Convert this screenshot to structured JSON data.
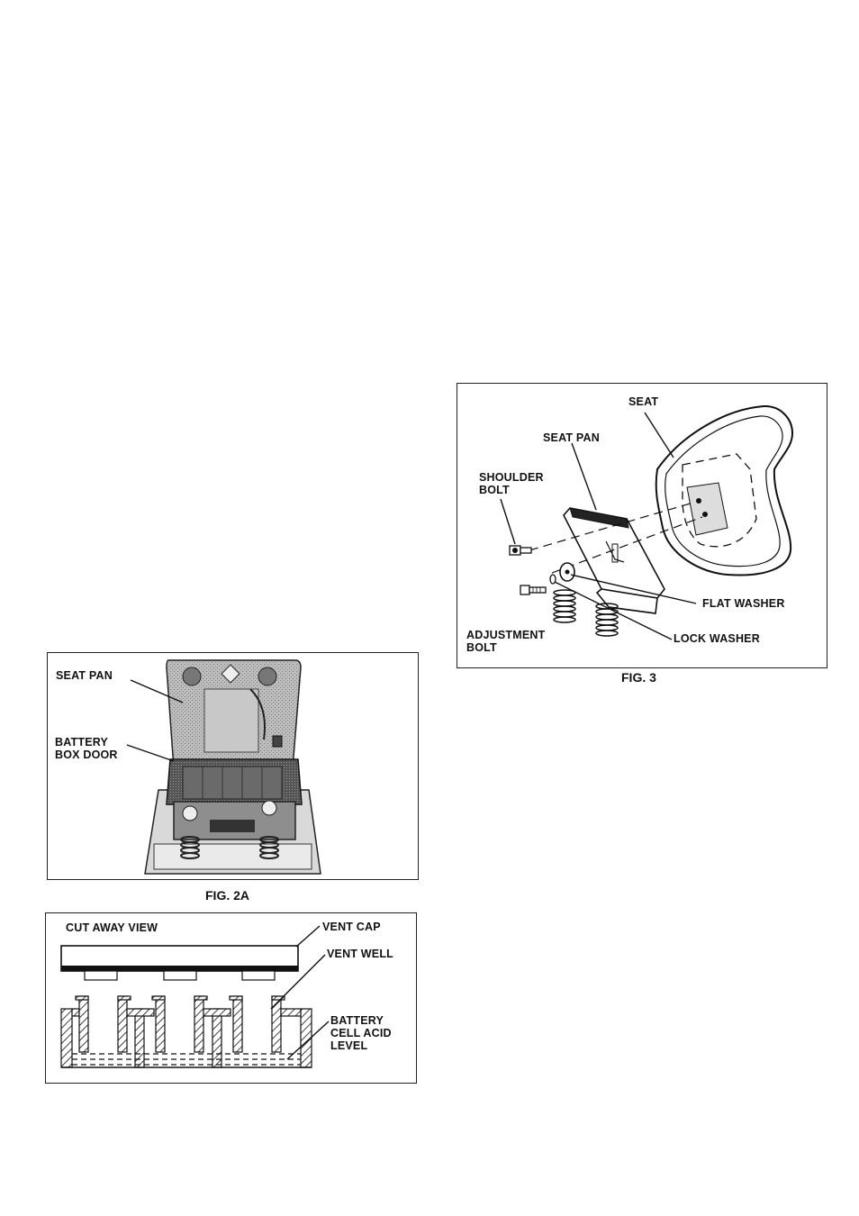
{
  "fig3": {
    "caption": "FIG. 3",
    "labels": {
      "seat": "SEAT",
      "seat_pan": "SEAT PAN",
      "shoulder_bolt": "SHOULDER\nBOLT",
      "flat_washer": "FLAT WASHER",
      "adjustment_bolt": "ADJUSTMENT\nBOLT",
      "lock_washer": "LOCK WASHER"
    }
  },
  "fig2a": {
    "caption": "FIG. 2A",
    "labels": {
      "seat_pan": "SEAT PAN",
      "battery_box_door": "BATTERY\nBOX DOOR"
    }
  },
  "cutaway": {
    "labels": {
      "title": "CUT AWAY VIEW",
      "vent_cap": "VENT CAP",
      "vent_well": "VENT WELL",
      "acid_level": "BATTERY\nCELL ACID\nLEVEL"
    }
  }
}
